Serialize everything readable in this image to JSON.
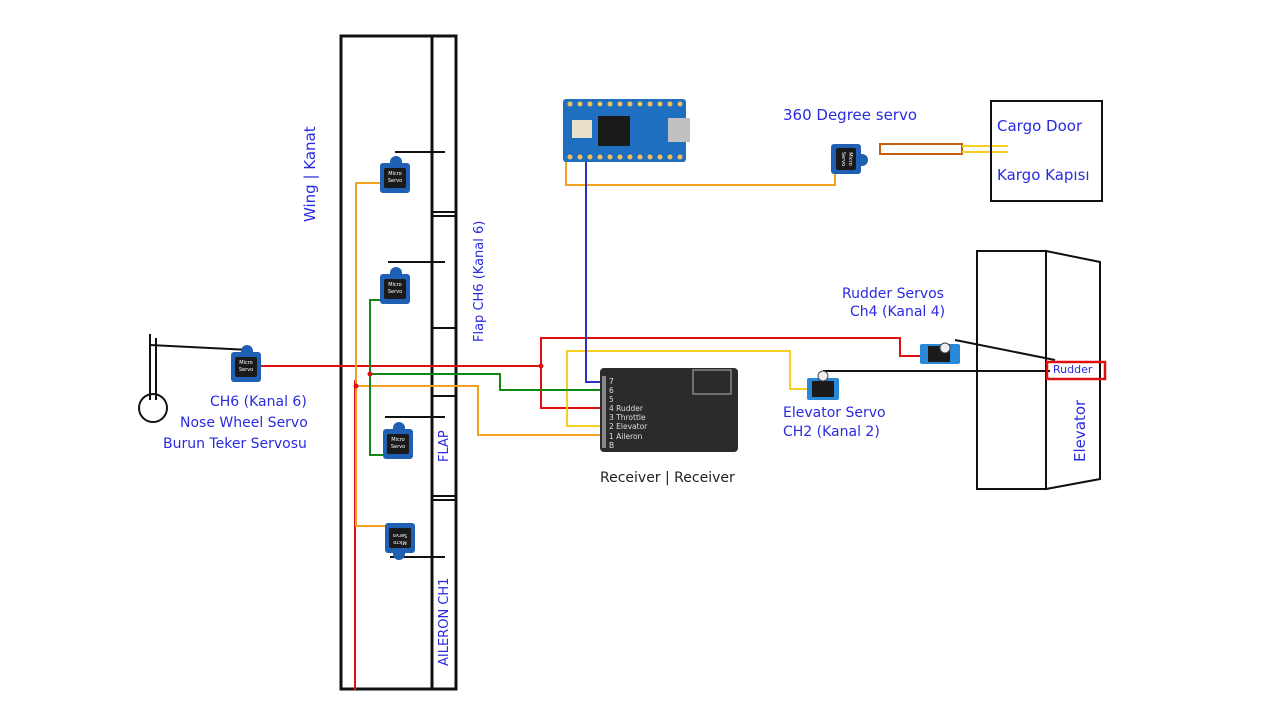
{
  "labels": {
    "wing": "Wing | Kanat",
    "flap_ch6": "Flap CH6 (Kanal 6)",
    "flap": "FLAP",
    "aileron_ch1": "AILERON CH1",
    "nose_ch6": "CH6 (Kanal 6)",
    "nose_servo": "Nose Wheel Servo",
    "nose_servo_tr": "Burun Teker Servosu",
    "receiver": "Receiver | Receiver",
    "degree_servo": "360 Degree servo",
    "cargo_door": "Cargo Door",
    "cargo_door_tr": "Kargo Kapısı",
    "rudder_servos": "Rudder Servos",
    "rudder_ch4": "Ch4 (Kanal 4)",
    "rudder": "Rudder",
    "elevator_servo": "Elevator Servo",
    "elevator_ch2": "CH2 (Kanal 2)",
    "elevator": "Elevator"
  },
  "receiver_pins": [
    "7",
    "6",
    "5",
    "4 Rudder",
    "3 Throttle",
    "2 Elevator",
    "1 Aileron",
    "B"
  ],
  "servo_text": "Micro Servo",
  "icons": {
    "microcontroller": "arduino-pro-micro-board",
    "servo": "micro-servo-icon",
    "nose_wheel": "wheel-icon"
  },
  "colors": {
    "label_blue": "#2a2ae0",
    "wire_red": "#e01010",
    "wire_orange": "#f4a020",
    "wire_yellow": "#f5d020",
    "wire_green": "#118811",
    "wire_blue": "#3030c0",
    "rudder_box": "#e01010",
    "servo_blue": "#1f5fb4"
  }
}
